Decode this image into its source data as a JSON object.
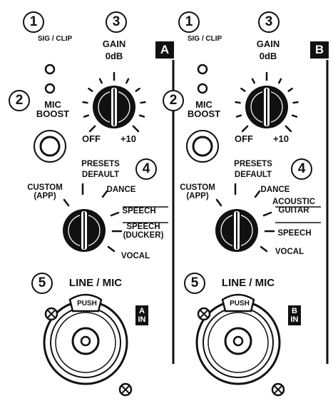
{
  "channels": [
    {
      "id": "A",
      "badge": "A",
      "callouts": [
        "1",
        "2",
        "3",
        "4",
        "5"
      ],
      "sig_clip_label": "SIG / CLIP",
      "mic_boost_label": "MIC BOOST",
      "gain": {
        "title": "GAIN",
        "top": "0dB",
        "min": "OFF",
        "max": "+10"
      },
      "presets": {
        "title": "PRESETS",
        "options": [
          "DEFAULT",
          "DANCE",
          "SPEECH",
          "SPEECH (DUCKER)",
          "VOCAL",
          "CUSTOM (APP)"
        ]
      },
      "line_mic_label": "LINE / MIC",
      "push_label": "PUSH",
      "input_badge": "A IN"
    },
    {
      "id": "B",
      "badge": "B",
      "callouts": [
        "1",
        "2",
        "3",
        "4",
        "5"
      ],
      "sig_clip_label": "SIG / CLIP",
      "mic_boost_label": "MIC BOOST",
      "gain": {
        "title": "GAIN",
        "top": "0dB",
        "min": "OFF",
        "max": "+10"
      },
      "presets": {
        "title": "PRESETS",
        "options": [
          "DEFAULT",
          "DANCE",
          "ACOUSTIC GUITAR",
          "SPEECH",
          "VOCAL",
          "CUSTOM (APP)"
        ]
      },
      "line_mic_label": "LINE / MIC",
      "push_label": "PUSH",
      "input_badge": "B IN"
    }
  ]
}
